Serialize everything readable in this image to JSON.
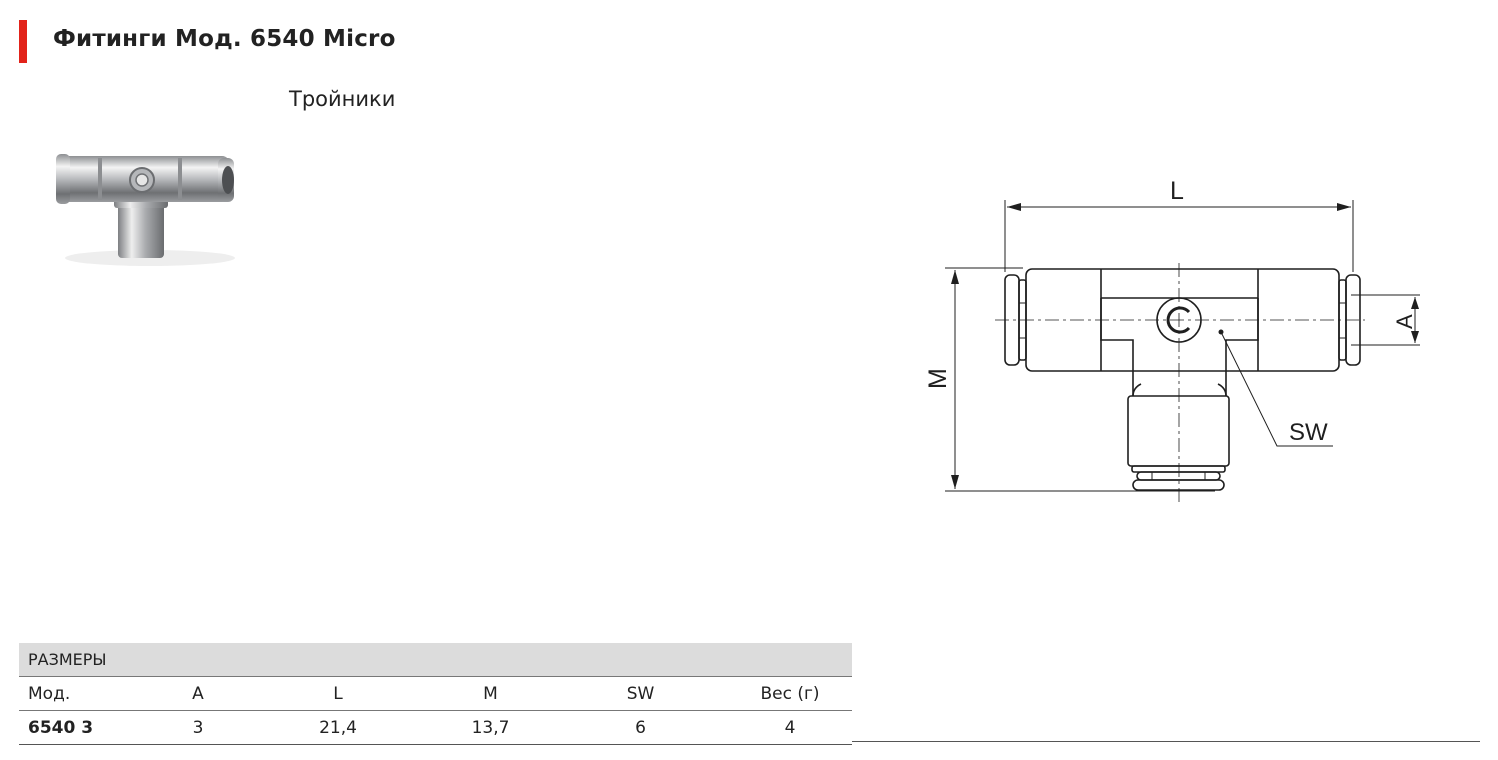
{
  "header": {
    "title": "Фитинги Мод. 6540 Micro",
    "subtitle": "Тройники",
    "accent_color": "#e2231a"
  },
  "product_image": {
    "icon": "tee-fitting-photo"
  },
  "drawing": {
    "labels": {
      "L": "L",
      "M": "M",
      "A": "A",
      "SW": "SW"
    }
  },
  "table": {
    "section_title": "РАЗМЕРЫ",
    "columns": [
      "Мод.",
      "A",
      "L",
      "M",
      "SW",
      "Вес (г)"
    ],
    "rows": [
      [
        "6540 3",
        "3",
        "21,4",
        "13,7",
        "6",
        "4"
      ]
    ]
  }
}
